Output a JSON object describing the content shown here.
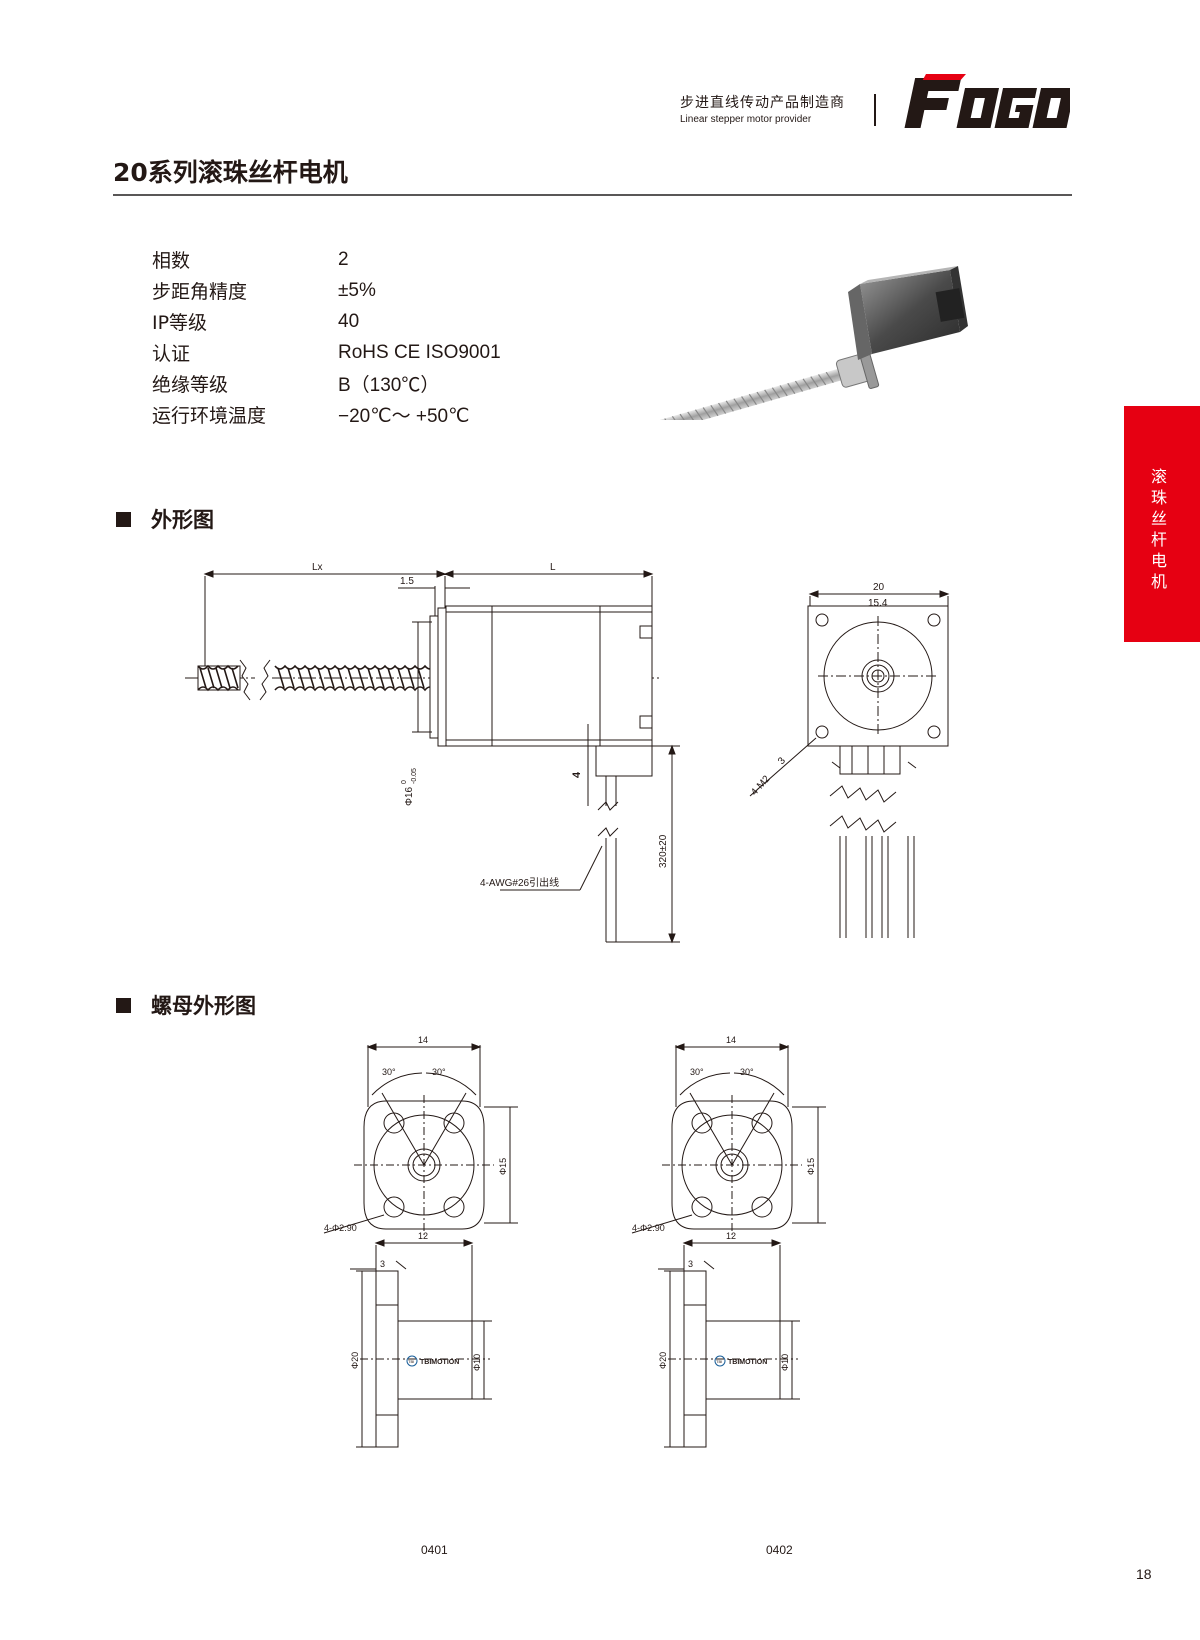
{
  "header": {
    "tagline_cn": "步进直线传动产品制造商",
    "tagline_en": "Linear stepper motor provider",
    "logo_text": "FOGO"
  },
  "page": {
    "title": "20系列滚珠丝杆电机",
    "side_tab": "滚珠丝杆电机",
    "number": "18"
  },
  "specs": [
    {
      "label": "相数",
      "value": "2"
    },
    {
      "label": "步距角精度",
      "value": "±5%"
    },
    {
      "label": "IP等级",
      "value": "40"
    },
    {
      "label": "认证",
      "value": "RoHS CE ISO9001"
    },
    {
      "label": "绝缘等级",
      "value": "B（130℃）"
    },
    {
      "label": "运行环境温度",
      "value": "−20℃～ +50℃"
    }
  ],
  "sections": {
    "outline": "外形图",
    "nut_outline": "螺母外形图"
  },
  "outline_drawing": {
    "dim_lx": "Lx",
    "dim_l": "L",
    "dim_1_5": "1.5",
    "dim_boss": "Φ16",
    "dim_boss_tol_upper": "0",
    "dim_boss_tol_lower": "-0.05",
    "dim_4": "4",
    "dim_lead_length": "320±20",
    "lead_note": "4-AWG#26引出线",
    "dim_20": "20",
    "dim_15_4": "15.4",
    "mount_holes": "4-M2",
    "mount_depth": "3"
  },
  "nut_drawings": {
    "dim_14": "14",
    "dim_30a": "30°",
    "dim_30b": "30°",
    "dim_15": "Φ15",
    "holes": "4-Φ2.90",
    "dim_12": "12",
    "dim_3": "3",
    "dim_20": "Φ20",
    "dim_10": "Φ10",
    "brand": "TBIMOTION",
    "brand_mark": "TBI",
    "variants": [
      "0401",
      "0402"
    ]
  },
  "colors": {
    "accent_red": "#e60012",
    "text": "#231815",
    "rule": "#595757"
  }
}
